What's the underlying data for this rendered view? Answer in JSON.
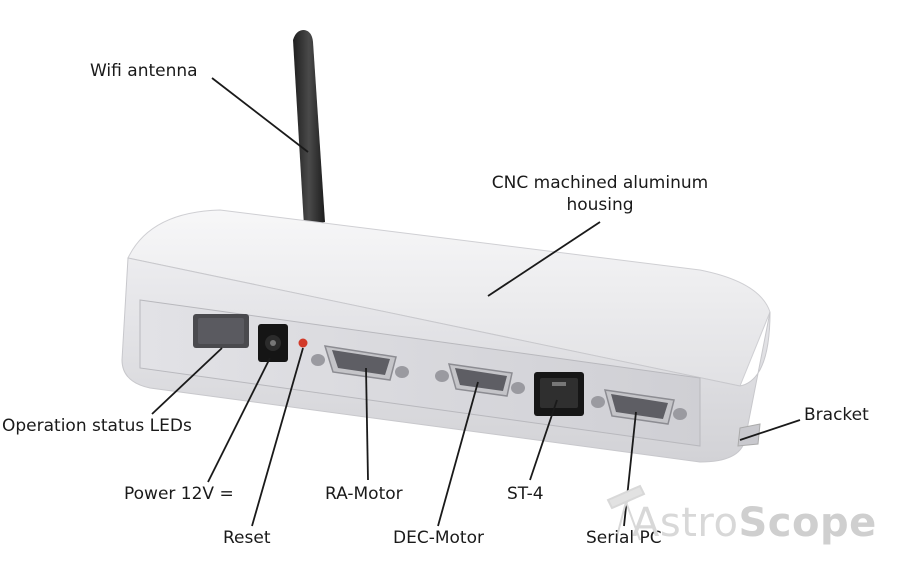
{
  "labels": {
    "wifi_antenna": "Wifi antenna",
    "housing_line1": "CNC machined aluminum",
    "housing_line2": "housing",
    "status_leds": "Operation status LEDs",
    "power": "Power 12V =",
    "reset": "Reset",
    "ra_motor": "RA-Motor",
    "dec_motor": "DEC-Motor",
    "st4": "ST-4",
    "serial_pc": "Serial PC",
    "bracket": "Bracket"
  },
  "watermark": {
    "part1": "Astro",
    "part2": "Scope"
  },
  "colors": {
    "housing": "#e4e4e6",
    "antenna": "#2e2e2e",
    "led": "#d23a2a",
    "callout_line": "#1a1a1a"
  }
}
